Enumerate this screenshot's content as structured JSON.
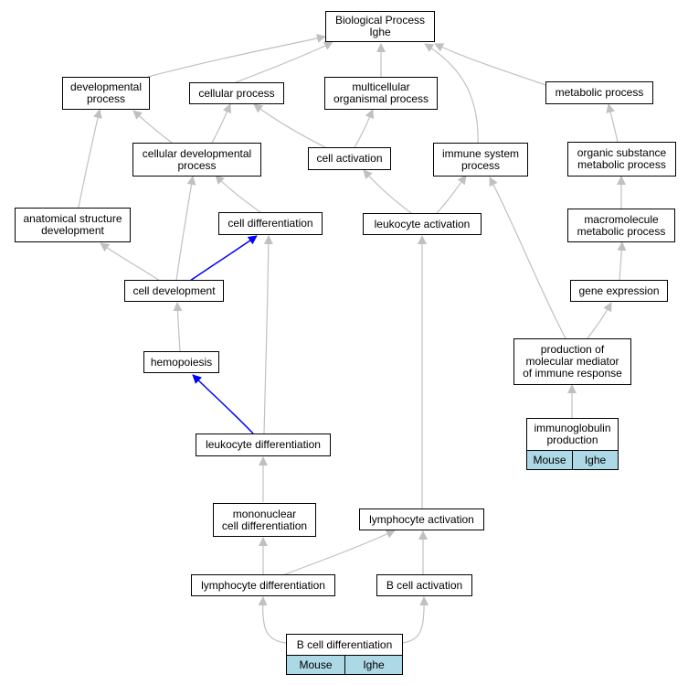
{
  "nodes": {
    "bp": "Biological Process\nIghe",
    "dev_proc": "developmental\nprocess",
    "cell_proc": "cellular process",
    "multi": "multicellular\norganismal process",
    "metab": "metabolic process",
    "cell_dev_proc": "cellular developmental\nprocess",
    "cell_act": "cell activation",
    "imm_sys": "immune system\nprocess",
    "org_sub": "organic substance\nmetabolic process",
    "anat": "anatomical structure\ndevelopment",
    "cell_diff": "cell differentiation",
    "leuk_act": "leukocyte activation",
    "macro": "macromolecule\nmetabolic process",
    "cell_devt": "cell development",
    "gene_expr": "gene expression",
    "prod_mol": "production of\nmolecular mediator\nof immune response",
    "hemo": "hemopoiesis",
    "ig_prod": "immunoglobulin\nproduction",
    "leuk_diff": "leukocyte differentiation",
    "mono_diff": "mononuclear\ncell differentiation",
    "lymph_act": "lymphocyte activation",
    "lymph_diff": "lymphocyte differentiation",
    "bcell_act": "B cell activation",
    "bcell_diff": "B cell differentiation"
  },
  "annotations": {
    "ig_prod": {
      "species": "Mouse",
      "gene": "Ighe"
    },
    "bcell_diff": {
      "species": "Mouse",
      "gene": "Ighe"
    }
  },
  "colors": {
    "edge_default": "#c0c0c0",
    "edge_highlight": "#0000ff",
    "annotation_fill": "#add8e6"
  }
}
